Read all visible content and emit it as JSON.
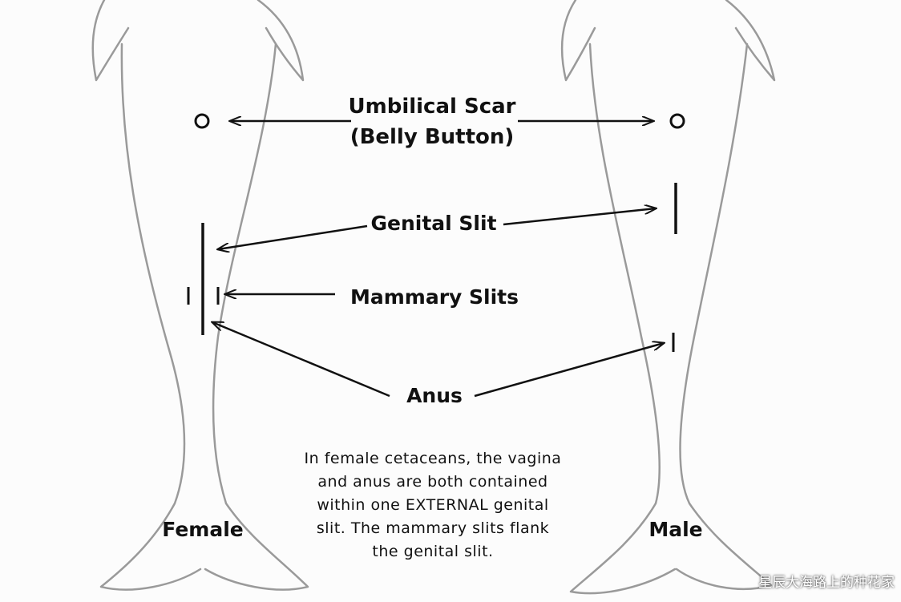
{
  "labels": {
    "umbilical_line1": "Umbilical Scar",
    "umbilical_line2": "(Belly Button)",
    "genital_slit": "Genital Slit",
    "mammary_slits": "Mammary Slits",
    "anus": "Anus",
    "female": "Female",
    "male": "Male"
  },
  "caption": {
    "line1": "In female cetaceans, the vagina",
    "line2": "and anus are both contained",
    "line3": "within one EXTERNAL genital",
    "line4": "slit.  The mammary slits flank",
    "line5": "the genital slit."
  },
  "watermark": "星辰大海路上的种花家",
  "colors": {
    "background": "#fcfcfc",
    "outline": "#9a9a9a",
    "ink": "#111111"
  }
}
